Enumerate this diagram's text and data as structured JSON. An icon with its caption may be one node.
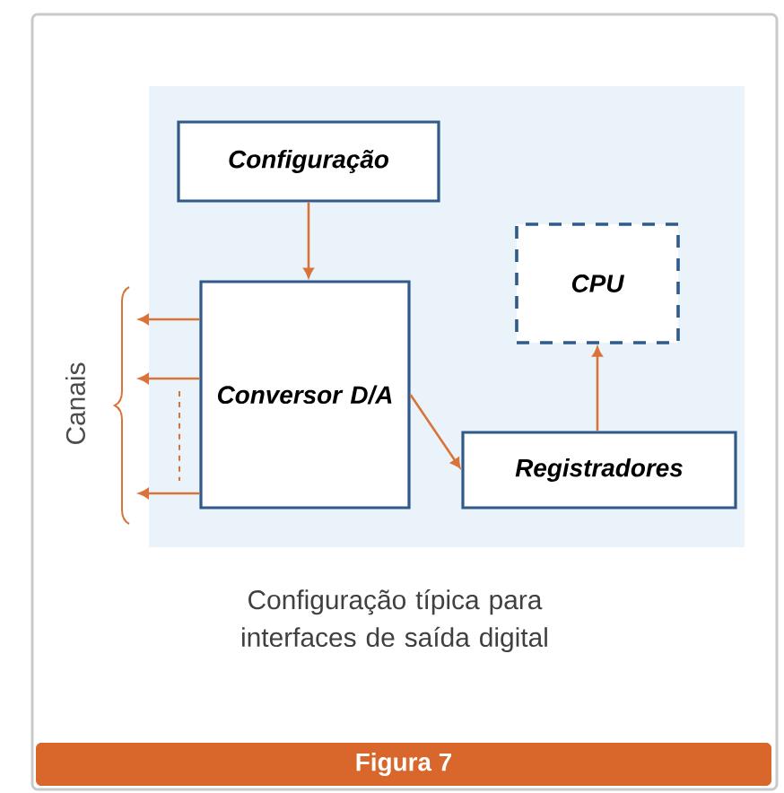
{
  "diagram": {
    "caption": "Configuração típica para interfaces de saída digital",
    "nodes": [
      {
        "text": [
          "Configuração"
        ]
      },
      {
        "text": [
          "Conversor D/A"
        ]
      },
      {
        "text": [
          "CPU"
        ]
      },
      {
        "text": [
          "Registradores"
        ]
      }
    ],
    "edges": [
      {
        "from": 0,
        "to": 1,
        "arrow": "to"
      },
      {
        "from": 1,
        "to": null,
        "arrow": "to"
      },
      {
        "from": 1,
        "to": null,
        "arrow": "to"
      },
      {
        "from": 1,
        "to": null,
        "arrow": "to"
      },
      {
        "from": 1,
        "to": 3,
        "arrow": "to"
      },
      {
        "from": 3,
        "to": 2,
        "arrow": "to"
      }
    ],
    "labels": [
      "Canais",
      "Figura 7"
    ]
  }
}
